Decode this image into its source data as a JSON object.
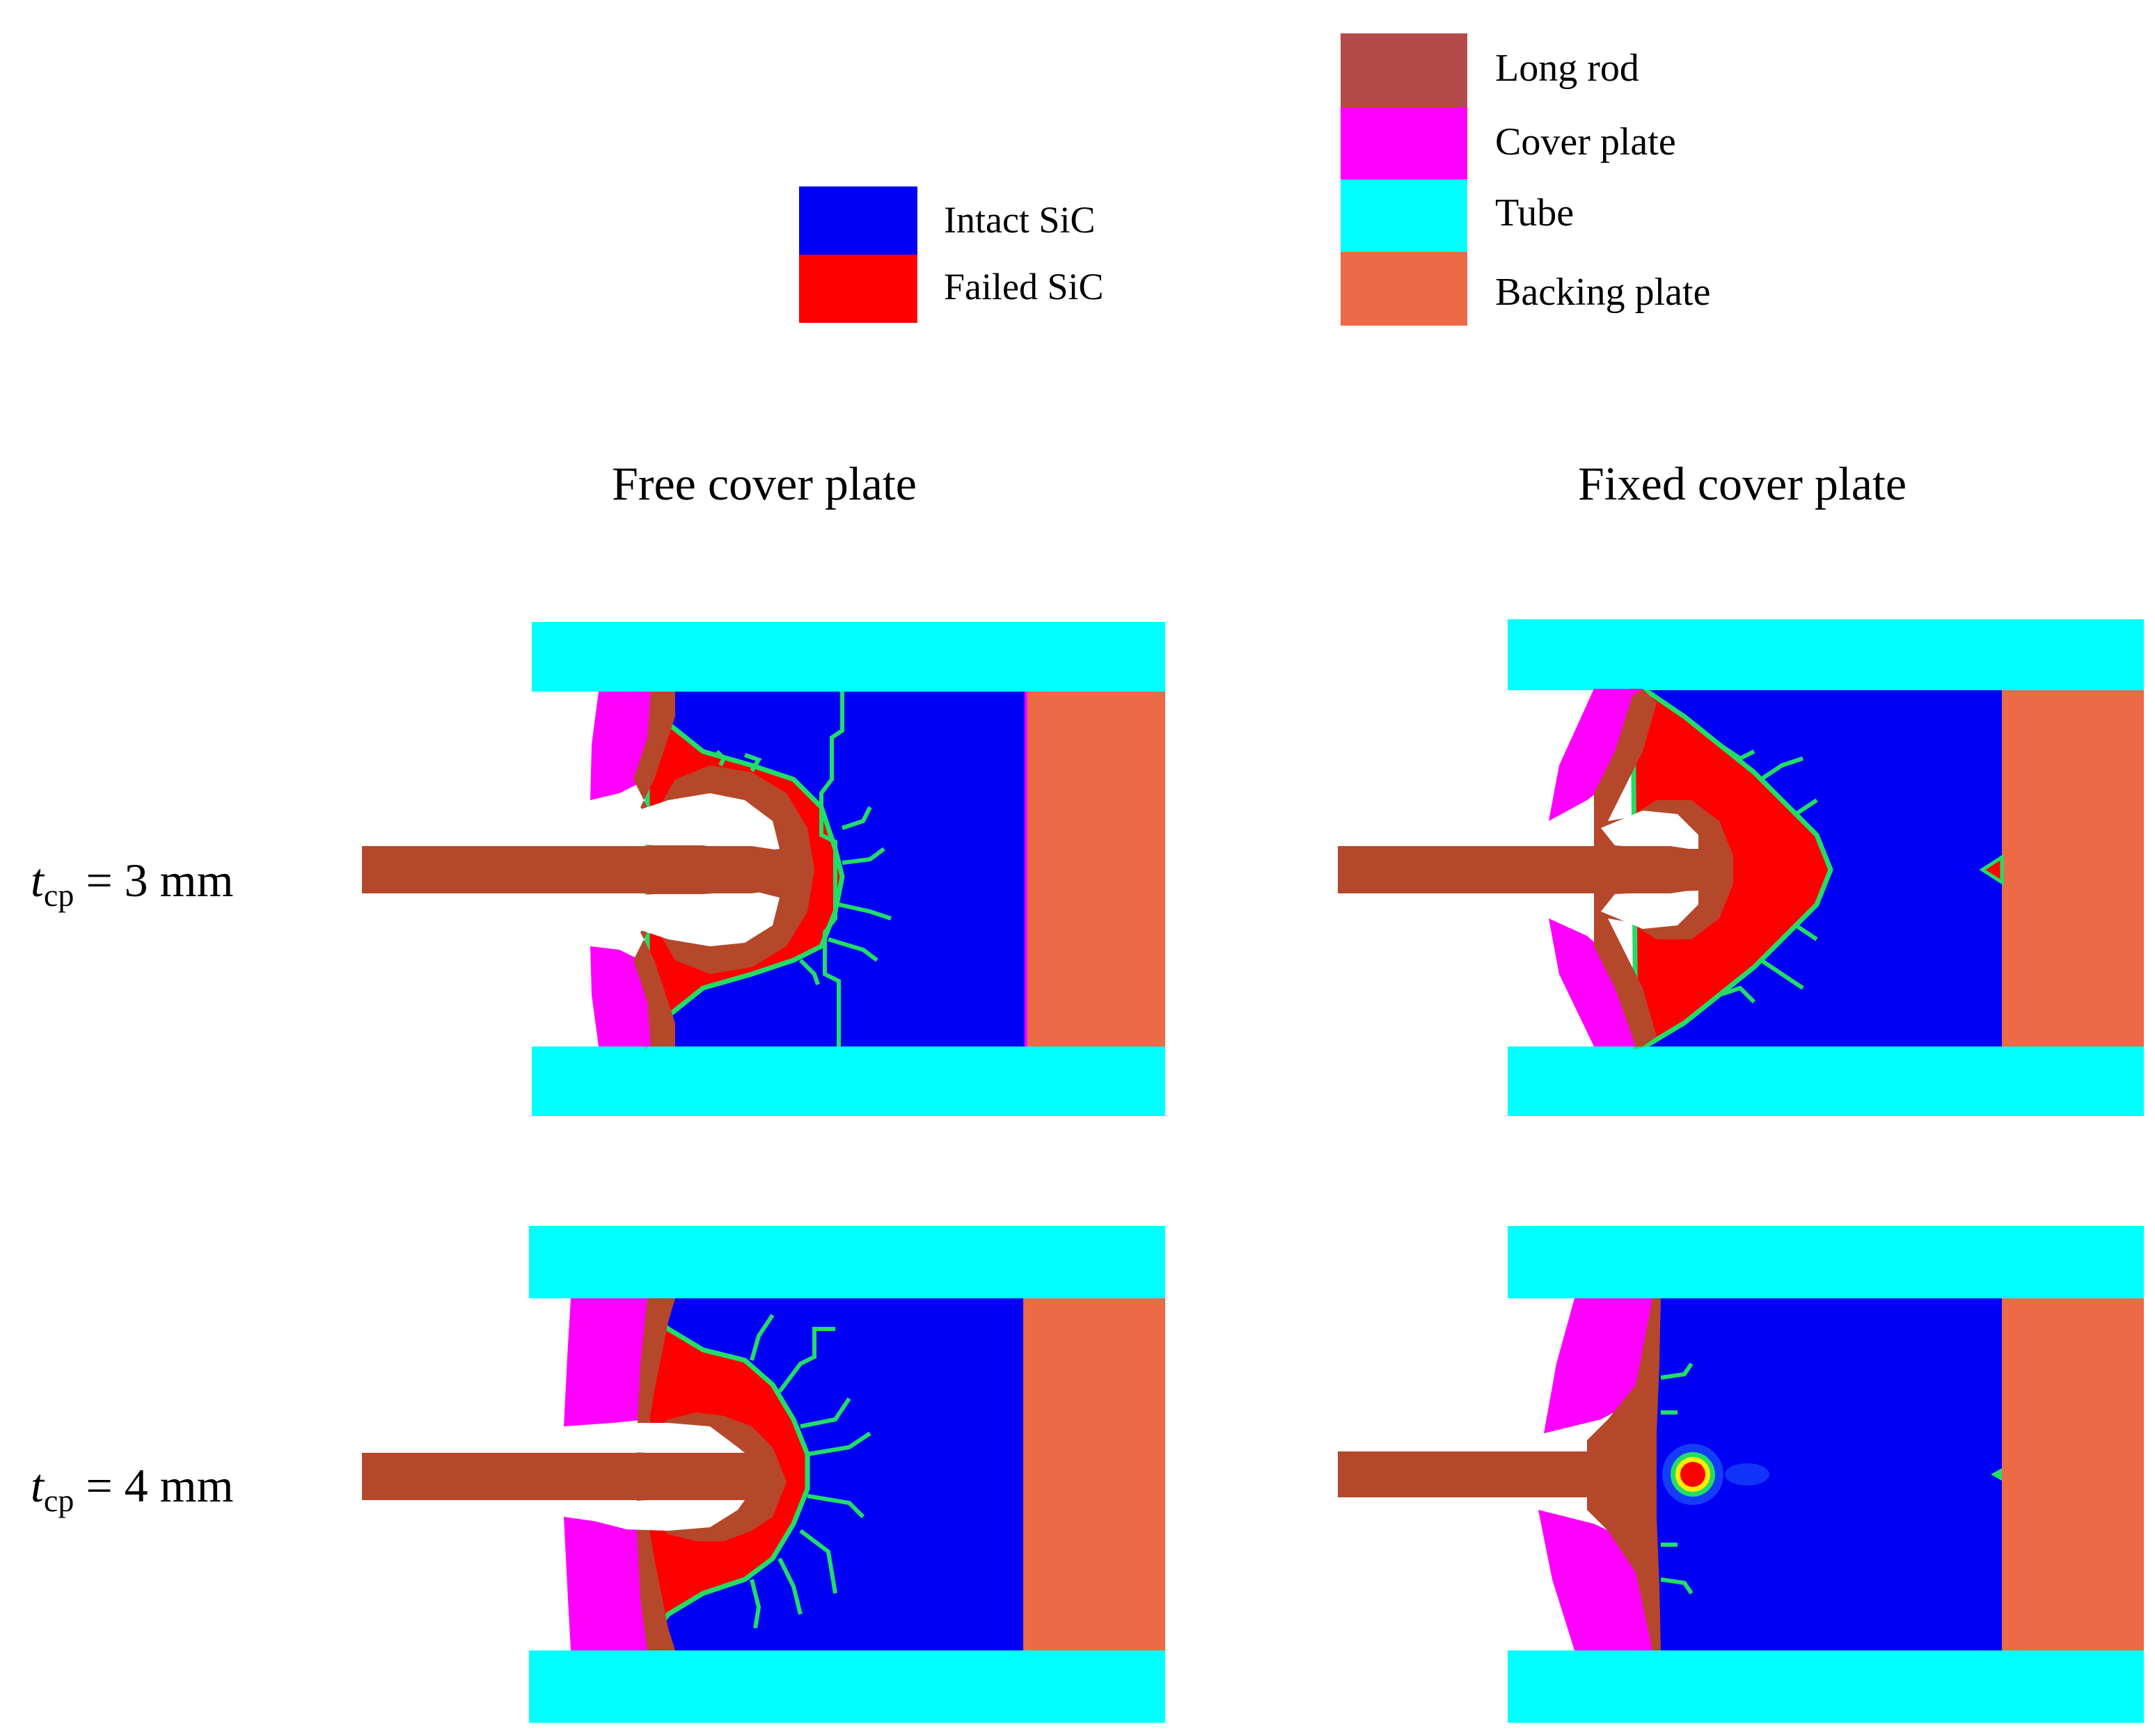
{
  "legend_sic": {
    "items": [
      {
        "label": "Intact SiC",
        "color": "#0000f5"
      },
      {
        "label": "Failed SiC",
        "color": "#ff0000"
      }
    ]
  },
  "legend_materials": {
    "items": [
      {
        "label": "Long rod",
        "color": "#b54a4a"
      },
      {
        "label": "Cover plate",
        "color": "#ff00ff"
      },
      {
        "label": "Tube",
        "color": "#00ffff"
      },
      {
        "label": "Backing plate",
        "color": "#ec6a45"
      }
    ]
  },
  "columns": {
    "free": "Free cover plate",
    "fixed": "Fixed cover plate"
  },
  "rows": {
    "r1": {
      "var": "t",
      "sub": "cp",
      "rest": " = 3 mm"
    },
    "r2": {
      "var": "t",
      "sub": "cp",
      "rest": " = 4 mm"
    }
  },
  "colors": {
    "tube": "#00ffff",
    "sic_intact": "#0000f5",
    "sic_failed": "#ff0000",
    "rod": "#b5482a",
    "cover_plate": "#ff00ff",
    "backing_plate": "#ec6a45",
    "crack": "#22dd66"
  }
}
